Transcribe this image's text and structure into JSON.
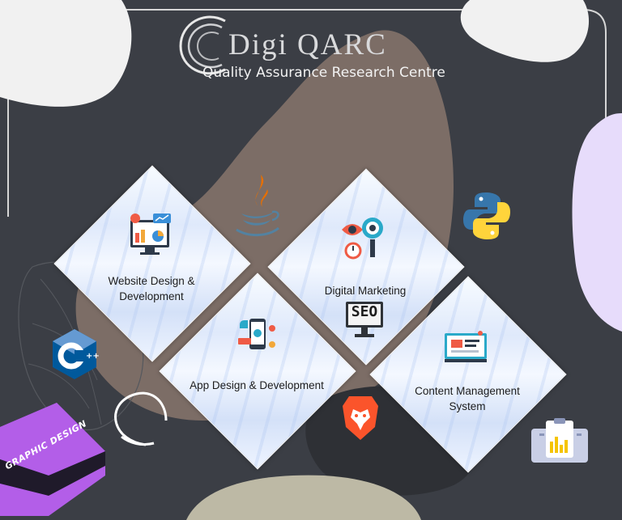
{
  "brand": {
    "title": "Digi  QARC",
    "subtitle": "Quality Assurance Research Centre"
  },
  "services": [
    {
      "label": "Website Design & Development",
      "icon": "analytics-monitor-icon"
    },
    {
      "label": "Digital Marketing",
      "icon": "eye-gear-icon"
    },
    {
      "label": "App Design & Development",
      "icon": "mobile-app-icon"
    },
    {
      "label": "Content Management System",
      "icon": "monitor-document-icon"
    }
  ],
  "seo": {
    "text": "SEO"
  },
  "book": {
    "text": "GRAPHIC DESIGN"
  },
  "logos": [
    "java-icon",
    "python-icon",
    "cpp-icon",
    "brave-lion-icon"
  ],
  "colors": {
    "background": "#3b3e45",
    "blob_brown": "#7c6d66",
    "blob_white": "#f1f1f1",
    "blob_lilac": "#e7dcfb",
    "blob_beige": "#bdb9a5",
    "book_purple": "#b35ee8"
  }
}
